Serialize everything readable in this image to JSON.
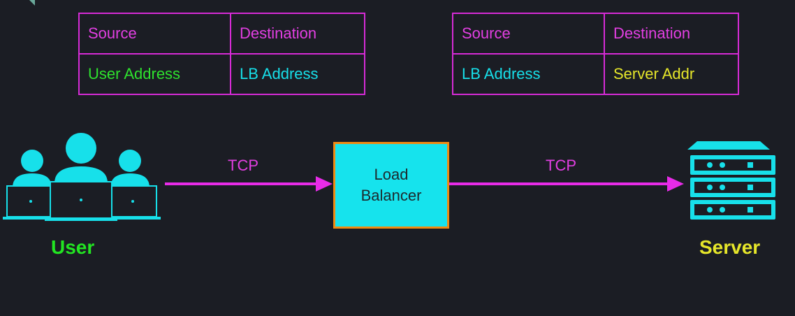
{
  "tables": {
    "left": {
      "headers": [
        "Source",
        "Destination"
      ],
      "row": [
        "User Address",
        "LB Address"
      ]
    },
    "right": {
      "headers": [
        "Source",
        "Destination"
      ],
      "row": [
        "LB Address",
        "Server Addr"
      ]
    }
  },
  "diagram": {
    "load_balancer_line1": "Load",
    "load_balancer_line2": "Balancer",
    "tcp_left": "TCP",
    "tcp_right": "TCP",
    "user_label": "User",
    "server_label": "Server"
  },
  "colors": {
    "background": "#1b1d24",
    "table_border": "#d62bd6",
    "arrow": "#e82be8",
    "user": "#22e522",
    "server": "#e6e62a",
    "cyan": "#17e0ea",
    "lb_border": "#f08a12"
  },
  "icons": [
    "users-with-laptops-icon",
    "server-rack-icon",
    "arrow-right-icon"
  ]
}
